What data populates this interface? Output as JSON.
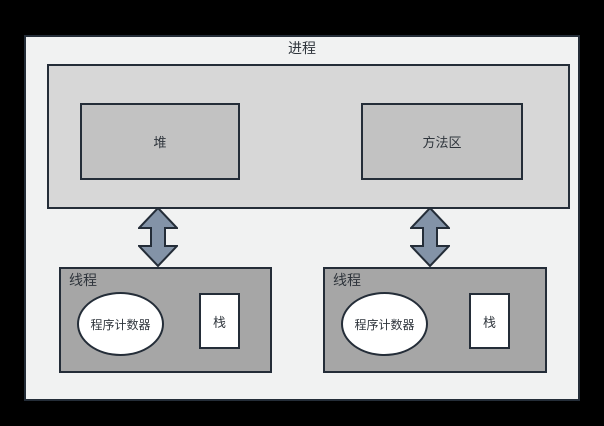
{
  "diagram": {
    "title": "进程",
    "memory_area": {
      "heap_label": "堆",
      "method_area_label": "方法区"
    },
    "threads": [
      {
        "label": "线程",
        "program_counter_label": "程序计数器",
        "stack_label": "栈"
      },
      {
        "label": "线程",
        "program_counter_label": "程序计数器",
        "stack_label": "栈"
      }
    ],
    "colors": {
      "page_background": "#000000",
      "process_fill": "#f1f2f2",
      "memory_area_fill": "#d7d7d7",
      "inner_box_fill": "#c2c2c2",
      "thread_fill": "#a6a6a6",
      "arrow_fill": "#8393a7",
      "stroke": "#242d38",
      "text": "#2f353c",
      "white": "#ffffff"
    }
  }
}
